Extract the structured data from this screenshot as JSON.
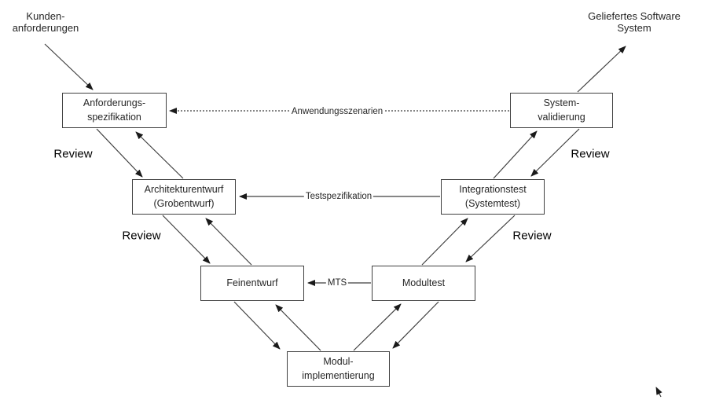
{
  "colors": {
    "background": "#ffffff",
    "line": "#3f3f3f",
    "box_border": "#404040",
    "box_text": "#262626",
    "label_text": "#000000"
  },
  "nodes": [
    {
      "id": "anforderungsspezifikation",
      "label": "Anforderungs-\nspezifikation"
    },
    {
      "id": "systemvalidierung",
      "label": "System-\nvalidierung"
    },
    {
      "id": "architekturentwurf",
      "label": "Architekturentwurf\n(Grobentwurf)"
    },
    {
      "id": "integrationstest",
      "label": "Integrationstest\n(Systemtest)"
    },
    {
      "id": "feinentwurf",
      "label": "Feinentwurf"
    },
    {
      "id": "modultest",
      "label": "Modultest"
    },
    {
      "id": "modulimplementierung",
      "label": "Modul-\nimplementierung"
    }
  ],
  "external_labels": {
    "input": "Kunden-\nanforderungen",
    "output": "Geliefertes Software\nSystem"
  },
  "edge_labels": {
    "anwendungsszenarien": "Anwendungsszenarien",
    "testspezifikation": "Testspezifikation",
    "mts": "MTS"
  },
  "review_labels": [
    "Review",
    "Review",
    "Review",
    "Review"
  ]
}
